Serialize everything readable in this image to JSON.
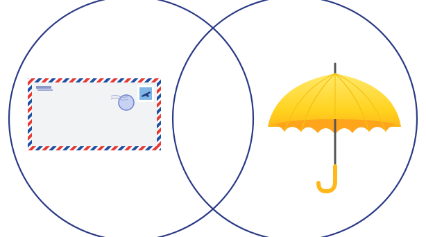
{
  "diagram": {
    "type": "venn",
    "sets": [
      {
        "id": "left",
        "image": "airmail-envelope",
        "icon": "envelope-icon"
      },
      {
        "id": "right",
        "image": "yellow-umbrella",
        "icon": "umbrella-icon"
      }
    ],
    "intersection": {
      "image": null,
      "label": ""
    }
  },
  "colors": {
    "circle_stroke": "#2b3a86",
    "envelope_body": "#f1f3f4",
    "airmail_red": "#e53935",
    "airmail_blue": "#1e4fa3",
    "stamp_blue": "#7fb6e6",
    "postmark": "#6f7fcf",
    "umbrella_yellow": "#ffd21e",
    "umbrella_orange": "#ffa51c",
    "umbrella_shaft": "#555555"
  }
}
